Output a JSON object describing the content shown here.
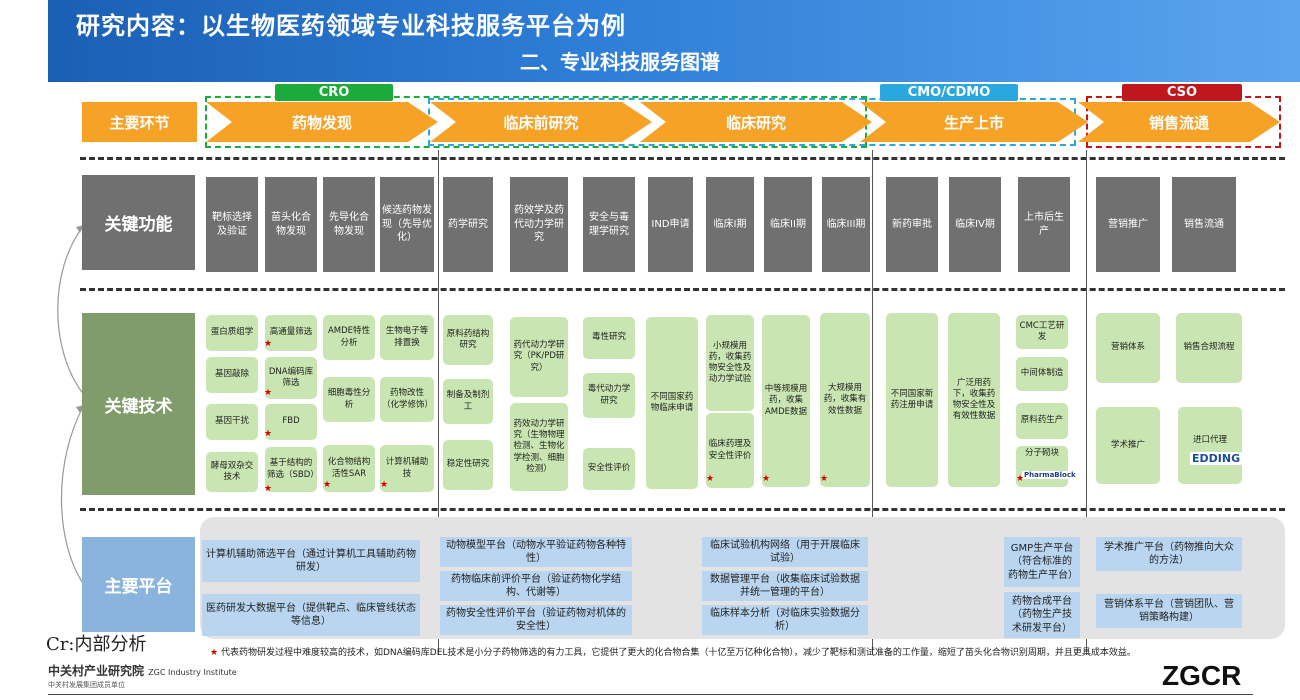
{
  "header": {
    "title": "研究内容：以生物医药领域专业科技服务平台为例",
    "subtitle": "二、专业科技服务图谱"
  },
  "categories": [
    {
      "label": "CRO",
      "color": "#1aab3b"
    },
    {
      "label": "CMO/CDMO",
      "color": "#29a8e0"
    },
    {
      "label": "CSO",
      "color": "#c0171d"
    }
  ],
  "row_labels": {
    "stages": "主要环节",
    "functions": "关键功能",
    "techniques": "关键技术",
    "platforms": "主要平台"
  },
  "stages": [
    "药物发现",
    "临床前研究",
    "临床研究",
    "生产上市",
    "销售流通"
  ],
  "functions": [
    "靶标选择及验证",
    "苗头化合物发现",
    "先导化合物发现",
    "候选药物发现（先导优化）",
    "药学研究",
    "药效学及药代动力学研究",
    "安全与毒理学研究",
    "IND申请",
    "临床I期",
    "临床II期",
    "临床III期",
    "新药审批",
    "临床IV期",
    "上市后生产",
    "营销推广",
    "销售流通"
  ],
  "techniques": [
    "蛋白质组学",
    "基因敲除",
    "基因干扰",
    "酵母双杂交技术",
    "高通量筛选",
    "DNA编码库筛选",
    "FBD",
    "基于结构的筛选（SBD）",
    "AMDE特性分析",
    "细胞毒性分析",
    "化合物结构活性SAR",
    "生物电子等排置换",
    "药物改性（化学修饰）",
    "计算机辅助技",
    "原料药结构研究",
    "制备及制剂工",
    "稳定性研究",
    "药代动力学研究（PK/PD研究）",
    "药效动力学研究（生物物理检测、生物化学检测、细胞检测）",
    "毒性研究",
    "毒代动力学研究",
    "安全性评价",
    "不同国家药物临床申请",
    "小规模用药，收集药物安全性及动力学试验",
    "临床药理及安全性评价",
    "中等规模用药，收集AMDE数据",
    "大规模用药，收集有效性数据",
    "不同国家新药注册申请",
    "广泛用药下，收集药物安全性及有效性数据",
    "CMC工艺研发",
    "中间体制造",
    "原料药生产",
    "分子砌块",
    "营销体系",
    "销售合规流程",
    "学术推广",
    "进口代理"
  ],
  "logos": [
    "PharmaBlock",
    "EDDING"
  ],
  "platforms": [
    "计算机辅助筛选平台（通过计算机工具辅助药物研发）",
    "医药研发大数据平台（提供靶点、临床管线状态等信息）",
    "动物模型平台（动物水平验证药物各种特性）",
    "药物临床前评价平台（验证药物化学结构、代谢等）",
    "药物安全性评价平台（验证药物对机体的安全性）",
    "临床试验机构网络（用于开展临床试验）",
    "数据管理平台（收集临床试验数据并统一管理的平台）",
    "临床样本分析（对临床实验数据分析）",
    "GMP生产平台（符合标准的药物生产平台）",
    "药物合成平台（药物生产技术研发平台）",
    "学术推广平台（药物推向大众的方法）",
    "营销体系平台（营销团队、营销策略构建）"
  ],
  "footnote": "代表药物研发过程中难度较高的技术，如DNA编码库DEL技术是小分子药物筛选的有力工具，它提供了更大的化合物合集（十亿至万亿种化合物），减少了靶标和测试准备的工作量，缩短了苗头化合物识别周期，并且更具成本效益。",
  "footnote_star": "★",
  "source": "Cr:内部分析",
  "brand": "ZGCR",
  "institute": "中关村产业研究院",
  "institute_en": "ZGC Industry Institute",
  "institute_sub": "中关村发展集团成员单位",
  "colors": {
    "header_blue": "#1a5fb4",
    "stage_orange": "#f5a227",
    "function_gray": "#707070",
    "technique_green": "#c9e6b2",
    "platform_blue": "#b9d5ef"
  }
}
